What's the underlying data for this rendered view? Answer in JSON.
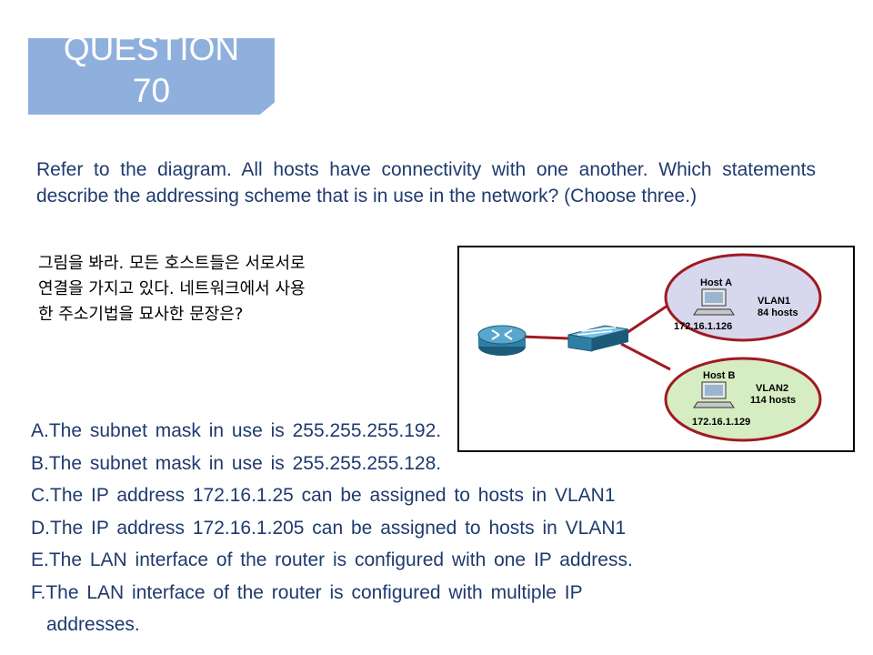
{
  "title": {
    "line1": "QUESTION",
    "line2": "70"
  },
  "question": "Refer to the diagram. All hosts have connectivity with one another. Which statements describe the addressing scheme that is in use in the network? (Choose three.)",
  "korean": [
    "그림을 봐라. 모든 호스트들은 서로서로",
    "연결을 가지고 있다. 네트워크에서 사용",
    "한 주소기법을 묘사한 문장은?"
  ],
  "diagram": {
    "host_a": {
      "name": "Host A",
      "ip": "172.16.1.126",
      "vlan": "VLAN1",
      "hosts": "84 hosts"
    },
    "host_b": {
      "name": "Host B",
      "ip": "172.16.1.129",
      "vlan": "VLAN2",
      "hosts": "114 hosts"
    },
    "colors": {
      "vlan1_fill": "#d7d7ee",
      "vlan2_fill": "#d6ecc2",
      "link": "#a01a22",
      "router": "#2f7fa4"
    }
  },
  "answers": [
    "A.The subnet mask in use is 255.255.255.192.",
    "B.The subnet mask in use is 255.255.255.128.",
    "C.The IP address 172.16.1.25 can be assigned to hosts in VLAN1",
    "D.The IP address 172.16.1.205 can be assigned to hosts in VLAN1",
    "E.The LAN interface of the router is configured with one IP address.",
    "F.The LAN interface of the router is configured with multiple IP"
  ],
  "answer_f_continuation": "addresses."
}
